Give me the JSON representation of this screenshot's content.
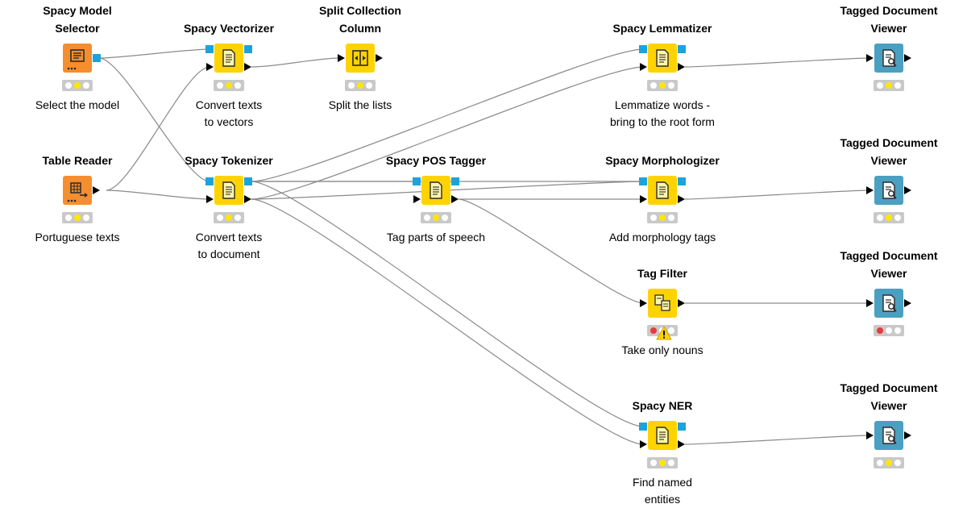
{
  "nodes": [
    {
      "id": "model_selector",
      "title_lines": [
        "Spacy Model",
        "Selector"
      ],
      "desc_lines": [
        "Select the model"
      ],
      "kind": "source",
      "icon": "model-selector-icon",
      "status": [
        "off",
        "yellow",
        "off"
      ]
    },
    {
      "id": "table_reader",
      "title_lines": [
        "Table Reader"
      ],
      "desc_lines": [
        "Portuguese texts"
      ],
      "kind": "source",
      "icon": "table-reader-icon",
      "status": [
        "off",
        "yellow",
        "off"
      ]
    },
    {
      "id": "vectorizer",
      "title_lines": [
        "Spacy Vectorizer"
      ],
      "desc_lines": [
        "Convert texts",
        "to vectors"
      ],
      "kind": "manipulator",
      "icon": "vectorizer-icon",
      "status": [
        "off",
        "yellow",
        "off"
      ]
    },
    {
      "id": "tokenizer",
      "title_lines": [
        "Spacy Tokenizer"
      ],
      "desc_lines": [
        "Convert texts",
        "to document"
      ],
      "kind": "manipulator",
      "icon": "tokenizer-icon",
      "status": [
        "off",
        "yellow",
        "off"
      ]
    },
    {
      "id": "split_collection",
      "title_lines": [
        "Split Collection",
        "Column"
      ],
      "desc_lines": [
        "Split the lists"
      ],
      "kind": "manipulator",
      "icon": "split-column-icon",
      "status": [
        "off",
        "yellow",
        "off"
      ]
    },
    {
      "id": "pos_tagger",
      "title_lines": [
        "Spacy POS Tagger"
      ],
      "desc_lines": [
        "Tag parts of speech"
      ],
      "kind": "manipulator",
      "icon": "pos-tagger-icon",
      "status": [
        "off",
        "yellow",
        "off"
      ]
    },
    {
      "id": "lemmatizer",
      "title_lines": [
        "Spacy Lemmatizer"
      ],
      "desc_lines": [
        "Lemmatize words -",
        "bring to the root form"
      ],
      "kind": "manipulator",
      "icon": "lemmatizer-icon",
      "status": [
        "off",
        "yellow",
        "off"
      ]
    },
    {
      "id": "morphologizer",
      "title_lines": [
        "Spacy Morphologizer"
      ],
      "desc_lines": [
        "Add morphology tags"
      ],
      "kind": "manipulator",
      "icon": "morphologizer-icon",
      "status": [
        "off",
        "yellow",
        "off"
      ]
    },
    {
      "id": "tag_filter",
      "title_lines": [
        "Tag Filter"
      ],
      "desc_lines": [
        "Take only nouns"
      ],
      "kind": "manipulator",
      "icon": "tag-filter-icon",
      "status": [
        "red",
        "off",
        "off"
      ],
      "warning": true
    },
    {
      "id": "ner",
      "title_lines": [
        "Spacy NER"
      ],
      "desc_lines": [
        "Find named",
        "entities"
      ],
      "kind": "manipulator",
      "icon": "ner-icon",
      "status": [
        "off",
        "yellow",
        "off"
      ]
    },
    {
      "id": "viewer_1",
      "title_lines": [
        "Tagged Document",
        "Viewer"
      ],
      "desc_lines": [],
      "kind": "view",
      "icon": "document-viewer-icon",
      "status": [
        "off",
        "yellow",
        "off"
      ]
    },
    {
      "id": "viewer_2",
      "title_lines": [
        "Tagged Document",
        "Viewer"
      ],
      "desc_lines": [],
      "kind": "view",
      "icon": "document-viewer-icon",
      "status": [
        "off",
        "yellow",
        "off"
      ]
    },
    {
      "id": "viewer_3",
      "title_lines": [
        "Tagged Document",
        "Viewer"
      ],
      "desc_lines": [],
      "kind": "view",
      "icon": "document-viewer-icon",
      "status": [
        "red",
        "off",
        "off"
      ]
    },
    {
      "id": "viewer_4",
      "title_lines": [
        "Tagged Document",
        "Viewer"
      ],
      "desc_lines": [],
      "kind": "view",
      "icon": "document-viewer-icon",
      "status": [
        "off",
        "yellow",
        "off"
      ]
    }
  ],
  "connections": [
    [
      "model_selector",
      "vectorizer"
    ],
    [
      "model_selector",
      "tokenizer"
    ],
    [
      "table_reader",
      "vectorizer"
    ],
    [
      "table_reader",
      "tokenizer"
    ],
    [
      "vectorizer",
      "split_collection"
    ],
    [
      "tokenizer",
      "lemmatizer"
    ],
    [
      "tokenizer",
      "pos_tagger"
    ],
    [
      "tokenizer",
      "morphologizer"
    ],
    [
      "tokenizer",
      "ner"
    ],
    [
      "pos_tagger",
      "morphologizer"
    ],
    [
      "pos_tagger",
      "tag_filter"
    ],
    [
      "lemmatizer",
      "viewer_1"
    ],
    [
      "morphologizer",
      "viewer_2"
    ],
    [
      "tag_filter",
      "viewer_3"
    ],
    [
      "ner",
      "viewer_4"
    ]
  ],
  "colors": {
    "source": "#f58e2e",
    "manipulator": "#ffd300",
    "view": "#4aa0c0",
    "model_port": "#1da3dc",
    "wire": "#8a8a8a",
    "status_yellow": "#ffe600",
    "status_red": "#e83b3b",
    "status_off": "#ffffff",
    "warning": "#ffd300"
  }
}
